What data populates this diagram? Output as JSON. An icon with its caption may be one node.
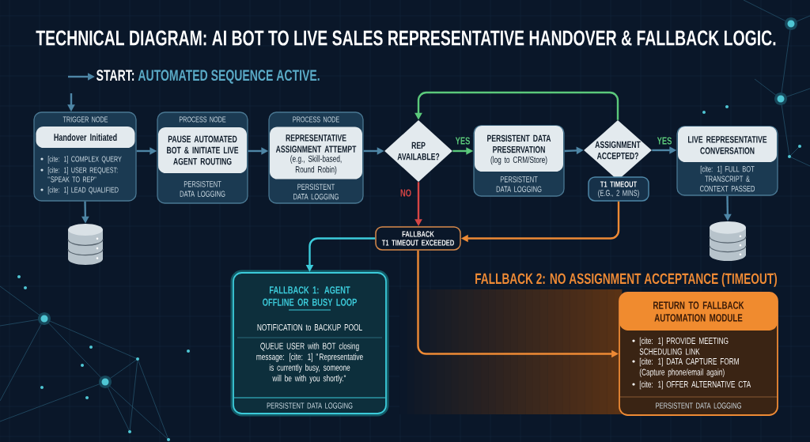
{
  "diagram": {
    "title": "TECHNICAL DIAGRAM: AI BOT TO LIVE SALES REPRESENTATIVE HANDOVER & FALLBACK LOGIC.",
    "nodes": [
      {
        "text": [
          "START:",
          "AUTOMATED SEQUENCE ACTIVE."
        ]
      },
      {
        "text": [
          "TRIGGER NODE",
          "[cite: 1] COMPLEX QUERY",
          "[cite: 1] USER REQUEST: \"SPEAK TO REP\"",
          "[cite: 1] LEAD QUALIFIED"
        ]
      },
      {
        "text": [
          "Handover Initiated"
        ],
        "in": 1
      },
      {
        "text": [
          "PROCESS NODE",
          "PERSISTENT DATA LOGGING"
        ]
      },
      {
        "text": [
          "PAUSE AUTOMATED BOT & INITIATE LIVE AGENT ROUTING"
        ],
        "in": 3
      },
      {
        "text": [
          "PROCESS NODE",
          "PERSISTENT DATA LOGGING"
        ]
      },
      {
        "text": [
          "REPRESENTATIVE ASSIGNMENT ATTEMPT",
          "(e.g., Skill-based, Round Robin)"
        ],
        "in": 5
      },
      {
        "text": [
          "REP AVAILABLE?"
        ]
      },
      {
        "text": [
          "PERSISTENT DATA LOGGING"
        ]
      },
      {
        "text": [
          "PERSISTENT DATA PRESERVATION",
          "(log to CRM/Store)"
        ],
        "in": 8
      },
      {
        "text": [
          "ASSIGNMENT ACCEPTED?"
        ]
      },
      {
        "text": [
          "T1 TIMEOUT",
          "(E.G., 2 MINS)"
        ]
      },
      {
        "text": [
          "[cite: 1] FULL BOT TRANSCRIPT & CONTEXT PASSED"
        ]
      },
      {
        "text": [
          "LIVE REPRESENTATIVE CONVERSATION"
        ],
        "in": 12
      },
      {
        "text": [],
        "shape": "cylinder"
      },
      {
        "text": [],
        "shape": "cylinder"
      },
      {
        "text": [
          "FALLBACK",
          "T1 TIMEOUT EXCEEDED"
        ]
      },
      {
        "text": [
          "FALLBACK 1: AGENT OFFLINE OR BUSY LOOP",
          "NOTIFICATION to BACKUP POOL",
          "QUEUE USER with BOT closing message: [cite: 1] \"Representative is currently busy, someone will be with you shortly.\"",
          "PERSISTENT DATA LOGGING"
        ]
      },
      {
        "text": [
          "RETURN TO FALLBACK AUTOMATION MODULE",
          "[cite: 1] PROVIDE MEETING SCHEDULING LINK",
          "[cite: 1] DATA CAPTURE FORM (Capture phone/email again)",
          "[cite: 1] OFFER ALTERNATIVE CTA",
          "PERSISTENT DATA LOGGING"
        ]
      }
    ],
    "edges": [
      {
        "from": null,
        "to": 0,
        "arrow": "to"
      },
      {
        "from": null,
        "to": 1,
        "arrow": "to"
      },
      {
        "from": 1,
        "to": 3,
        "arrow": "to"
      },
      {
        "from": 3,
        "to": 5,
        "arrow": "to"
      },
      {
        "from": 5,
        "to": 7,
        "arrow": "to"
      },
      {
        "from": 1,
        "to": 14,
        "arrow": "to"
      },
      {
        "from": 7,
        "to": 8,
        "arrow": "to",
        "label": "YES",
        "color": "#5bc97b"
      },
      {
        "from": 8,
        "to": 10,
        "arrow": "to"
      },
      {
        "from": 10,
        "to": 12,
        "arrow": "to",
        "label": "YES"
      },
      {
        "from": 10,
        "to": 7,
        "arrow": "to",
        "color": "#5bc97b"
      },
      {
        "from": 7,
        "to": 16,
        "arrow": "to",
        "label": "NO",
        "color": "#d64545"
      },
      {
        "from": 11,
        "to": 16,
        "arrow": "to",
        "color": "#ee8a35"
      },
      {
        "from": 12,
        "to": 15,
        "arrow": "to"
      },
      {
        "from": 16,
        "to": 17,
        "arrow": "to",
        "color": "#3ccbda"
      },
      {
        "from": 16,
        "to": 18,
        "arrow": "to",
        "color": "#ee8a35"
      }
    ],
    "labels": [
      "FALLBACK 2: NO ASSIGNMENT ACCEPTANCE (TIMEOUT)"
    ]
  }
}
